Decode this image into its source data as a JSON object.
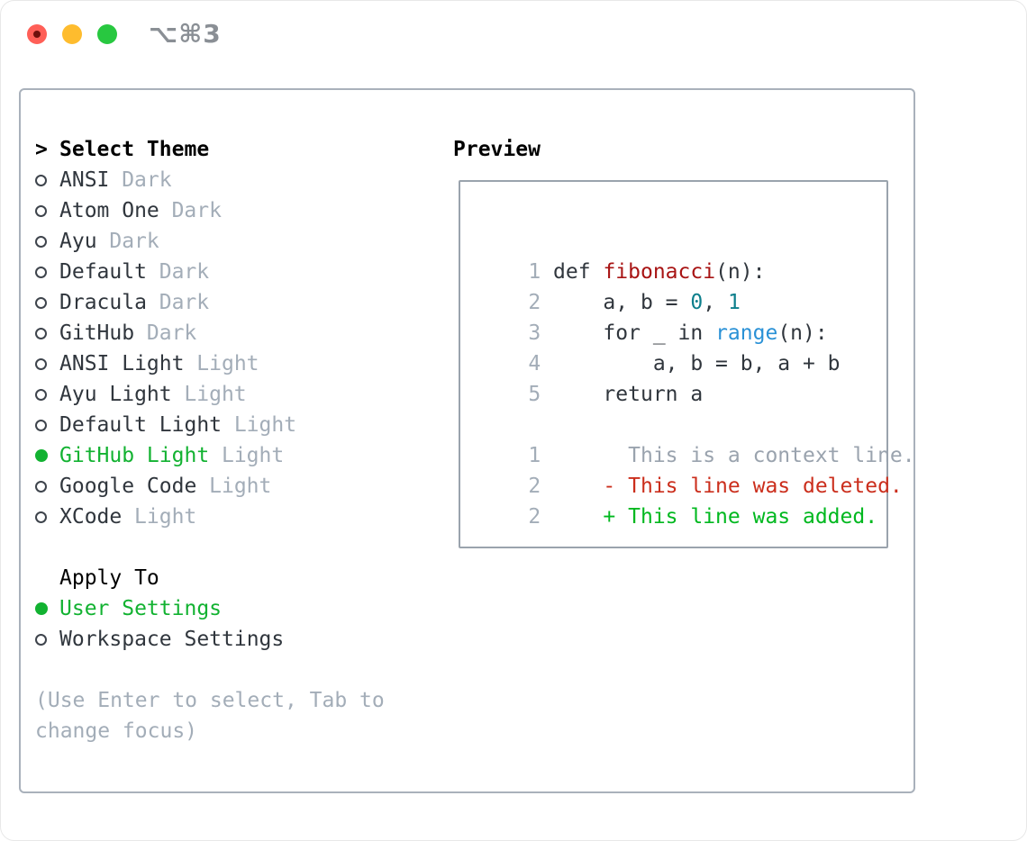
{
  "titlebar": {
    "shortcut": "⌥⌘3",
    "buttons": {
      "close_color": "#ff5f57",
      "minimize_color": "#febc2e",
      "zoom_color": "#28c840"
    }
  },
  "panel": {
    "header": {
      "prompt": ">",
      "title": "Select Theme"
    },
    "themes": [
      {
        "name": "ANSI",
        "variant": "Dark",
        "selected": false
      },
      {
        "name": "Atom One",
        "variant": "Dark",
        "selected": false
      },
      {
        "name": "Ayu",
        "variant": "Dark",
        "selected": false
      },
      {
        "name": "Default",
        "variant": "Dark",
        "selected": false
      },
      {
        "name": "Dracula",
        "variant": "Dark",
        "selected": false
      },
      {
        "name": "GitHub",
        "variant": "Dark",
        "selected": false
      },
      {
        "name": "ANSI Light",
        "variant": "Light",
        "selected": false
      },
      {
        "name": "Ayu Light",
        "variant": "Light",
        "selected": false
      },
      {
        "name": "Default Light",
        "variant": "Light",
        "selected": false
      },
      {
        "name": "GitHub Light",
        "variant": "Light",
        "selected": true
      },
      {
        "name": "Google Code",
        "variant": "Light",
        "selected": false
      },
      {
        "name": "XCode",
        "variant": "Light",
        "selected": false
      }
    ],
    "apply_to": {
      "title": "Apply To",
      "options": [
        {
          "name": "User Settings",
          "selected": true
        },
        {
          "name": "Workspace Settings",
          "selected": false
        }
      ]
    },
    "hint": {
      "line1": "(Use Enter to select, Tab to",
      "line2": "change focus)"
    }
  },
  "preview": {
    "title": "Preview",
    "code_lines": [
      {
        "num": "1",
        "tokens": [
          {
            "text": "def ",
            "style": "plain"
          },
          {
            "text": "fibonacci",
            "style": "function"
          },
          {
            "text": "(n):",
            "style": "plain"
          }
        ]
      },
      {
        "num": "2",
        "tokens": [
          {
            "text": "    a, b = ",
            "style": "plain"
          },
          {
            "text": "0",
            "style": "number"
          },
          {
            "text": ", ",
            "style": "plain"
          },
          {
            "text": "1",
            "style": "number"
          }
        ]
      },
      {
        "num": "3",
        "tokens": [
          {
            "text": "    for _ in ",
            "style": "plain"
          },
          {
            "text": "range",
            "style": "builtin"
          },
          {
            "text": "(n):",
            "style": "plain"
          }
        ]
      },
      {
        "num": "4",
        "tokens": [
          {
            "text": "        a, b = b, a + b",
            "style": "plain"
          }
        ]
      },
      {
        "num": "5",
        "tokens": [
          {
            "text": "    return a",
            "style": "plain"
          }
        ]
      }
    ],
    "diff_lines": [
      {
        "num": "1",
        "text": "      This is a context line.",
        "kind": "context"
      },
      {
        "num": "2",
        "text": "    - This line was deleted.",
        "kind": "deleted"
      },
      {
        "num": "2",
        "text": "    + This line was added.",
        "kind": "added"
      }
    ]
  },
  "colors": {
    "accent_green": "#12b231",
    "added_green": "#00b81f",
    "deleted_red": "#cb2e1c",
    "function_red": "#a81414",
    "number_teal": "#0d7f8c",
    "builtin_blue": "#2a91d6",
    "muted_gray": "#a3adb8",
    "text_dark": "#30363d",
    "panel_border": "#a9b1bb"
  }
}
